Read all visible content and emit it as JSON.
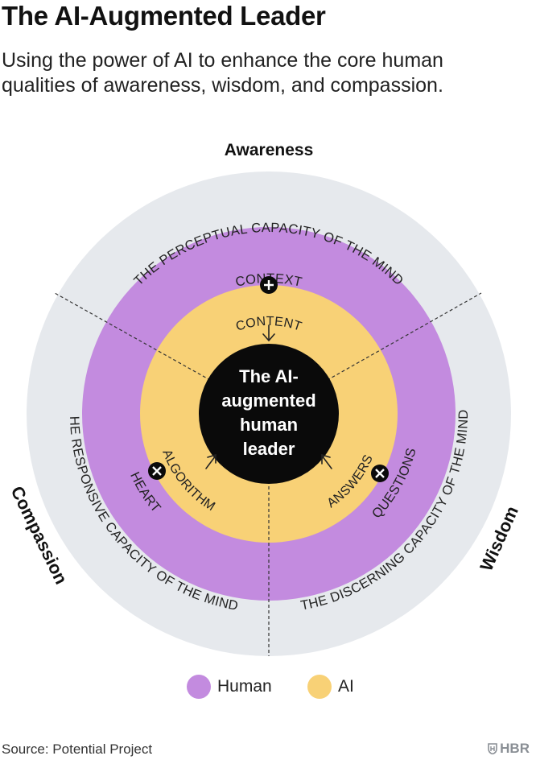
{
  "title": "The AI-Augmented Leader",
  "subtitle": "Using the power of AI to enhance the core human qualities of awareness, wisdom, and compassion.",
  "colors": {
    "outer_ring": "#E6E9ED",
    "human": "#C38BDF",
    "ai": "#F8D176",
    "center": "#0A0A0A",
    "white": "#FFFFFF"
  },
  "diagram": {
    "qualities": {
      "awareness": "Awareness",
      "wisdom": "Wisdom",
      "compassion": "Compassion"
    },
    "capacities": {
      "perceptual": "THE PERCEPTUAL CAPACITY OF THE MIND",
      "discerning": "THE DISCERNING CAPACITY OF THE MIND",
      "responsive": "THE RESPONSIVE CAPACITY OF THE MIND"
    },
    "human_labels": {
      "context": "CONTEXT",
      "questions": "QUESTIONS",
      "heart": "HEART"
    },
    "ai_labels": {
      "content": "CONTENT",
      "answers": "ANSWERS",
      "algorithm": "ALGORITHM"
    },
    "center_lines": [
      "The AI-",
      "augmented",
      "human",
      "leader"
    ]
  },
  "legend": [
    {
      "label": "Human",
      "color": "#C38BDF"
    },
    {
      "label": "AI",
      "color": "#F8D176"
    }
  ],
  "source": "Source: Potential Project",
  "brand": "HBR"
}
